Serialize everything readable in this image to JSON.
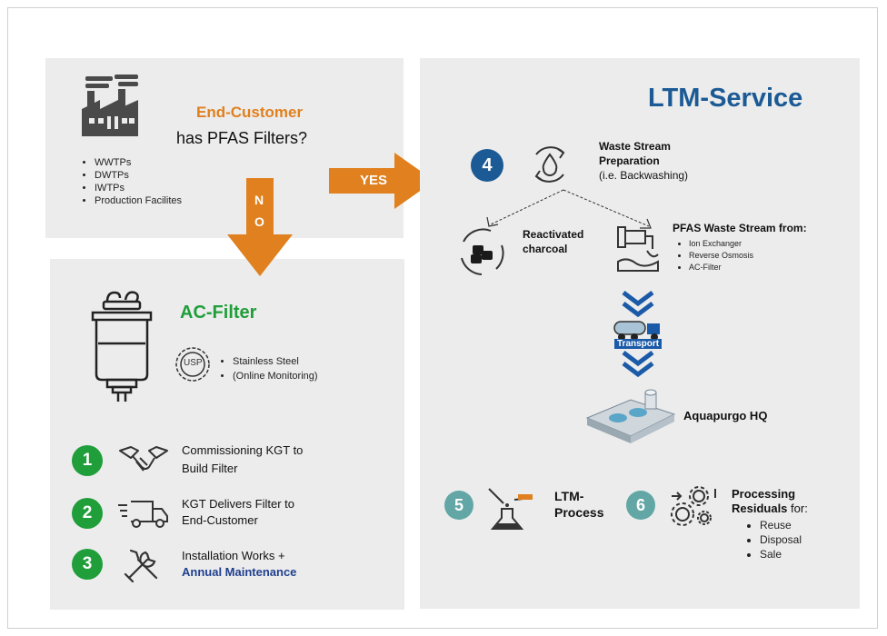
{
  "left_top": {
    "title": "End-Customer",
    "subtitle": "has PFAS Filters?",
    "items": [
      "WWTPs",
      "DWTPs",
      "IWTPs",
      "Production Facilites"
    ]
  },
  "arrows": {
    "yes": "YES",
    "no_1": "N",
    "no_2": "O"
  },
  "left_bottom": {
    "title": "AC-Filter",
    "usp_label": "USP",
    "features": [
      "Stainless Steel",
      "(Online Monitoring)"
    ],
    "steps": [
      {
        "num": "1",
        "line1": "Commissioning KGT to",
        "line2": "Build Filter"
      },
      {
        "num": "2",
        "line1": "KGT Delivers Filter to",
        "line2": "End-Customer"
      },
      {
        "num": "3",
        "line1": "Installation Works +",
        "line2": "Annual Maintenance"
      }
    ]
  },
  "right": {
    "title": "LTM-Service",
    "step4": {
      "num": "4",
      "line1": "Waste Stream",
      "line2": "Preparation",
      "line3": "(i.e. Backwashing)"
    },
    "charcoal": {
      "line1": "Reactivated",
      "line2": "charcoal"
    },
    "waste": {
      "title": "PFAS Waste Stream from:",
      "items": [
        "Ion Exchanger",
        "Reverse Osmosis",
        "AC-Filter"
      ]
    },
    "transport": "Transport",
    "hq": "Aquapurgo HQ",
    "step5": {
      "num": "5",
      "line1": "LTM-",
      "line2": "Process"
    },
    "step6": {
      "num": "6",
      "line1": "Processing",
      "line2a": "Residuals",
      "line2b": " for:",
      "items": [
        "Reuse",
        "Disposal",
        "Sale"
      ]
    }
  },
  "colors": {
    "orange": "#e0801e",
    "green": "#1f9e3a",
    "navy": "#1b5a94",
    "teal": "#62a6a6",
    "panel": "#ececec"
  }
}
